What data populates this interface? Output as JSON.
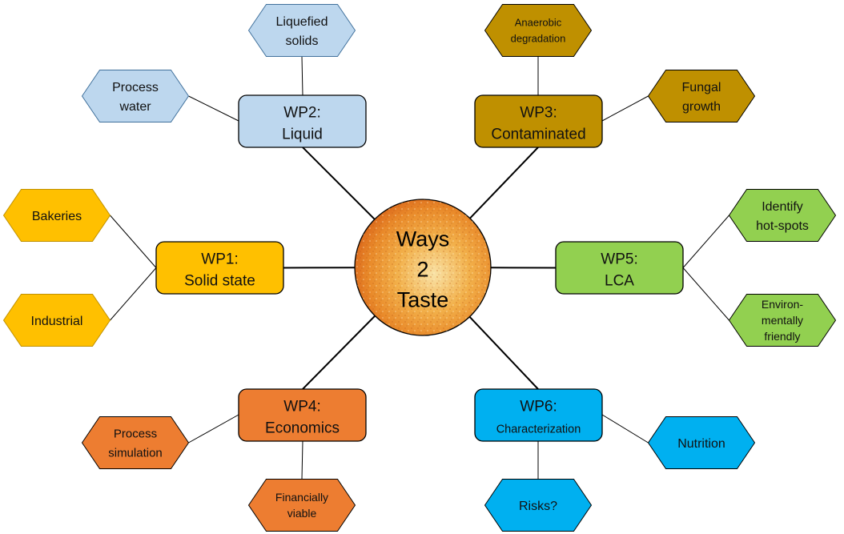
{
  "center": {
    "lines": [
      "Ways",
      "2",
      "Taste"
    ],
    "colors": {
      "inner": "#f7d991",
      "mid": "#f0a73d",
      "outer": "#e0701c"
    }
  },
  "work_packages": [
    {
      "id": "wp1",
      "lines": [
        "WP1:",
        "Solid state"
      ],
      "fill": "#ffc000",
      "hex_stroke": "#bf9000",
      "leaves": [
        {
          "lines": [
            "Bakeries"
          ]
        },
        {
          "lines": [
            "Industrial"
          ]
        }
      ]
    },
    {
      "id": "wp2",
      "lines": [
        "WP2:",
        "Liquid"
      ],
      "fill": "#bdd7ee",
      "hex_stroke": "#41719c",
      "leaves": [
        {
          "lines": [
            "Liquefied",
            "solids"
          ]
        },
        {
          "lines": [
            "Process",
            "water"
          ]
        }
      ]
    },
    {
      "id": "wp3",
      "lines": [
        "WP3:",
        "Contaminated"
      ],
      "fill": "#bf9000",
      "hex_stroke": "#000000",
      "leaves": [
        {
          "lines": [
            "Anaerobic",
            "degradation"
          ]
        },
        {
          "lines": [
            "Fungal",
            "growth"
          ]
        }
      ]
    },
    {
      "id": "wp4",
      "lines": [
        "WP4:",
        "Economics"
      ],
      "fill": "#ed7d31",
      "hex_stroke": "#000000",
      "leaves": [
        {
          "lines": [
            "Process",
            "simulation"
          ]
        },
        {
          "lines": [
            "Financially",
            "viable"
          ]
        }
      ]
    },
    {
      "id": "wp5",
      "lines": [
        "WP5:",
        "LCA"
      ],
      "fill": "#92d050",
      "hex_stroke": "#000000",
      "leaves": [
        {
          "lines": [
            "Identify",
            "hot-spots"
          ]
        },
        {
          "lines": [
            "Environ-",
            "mentally",
            "friendly"
          ]
        }
      ]
    },
    {
      "id": "wp6",
      "lines": [
        "WP6:",
        "Characterization"
      ],
      "fill": "#00b0f0",
      "hex_stroke": "#000000",
      "leaves": [
        {
          "lines": [
            "Nutrition"
          ]
        },
        {
          "lines": [
            "Risks?"
          ]
        }
      ]
    }
  ]
}
